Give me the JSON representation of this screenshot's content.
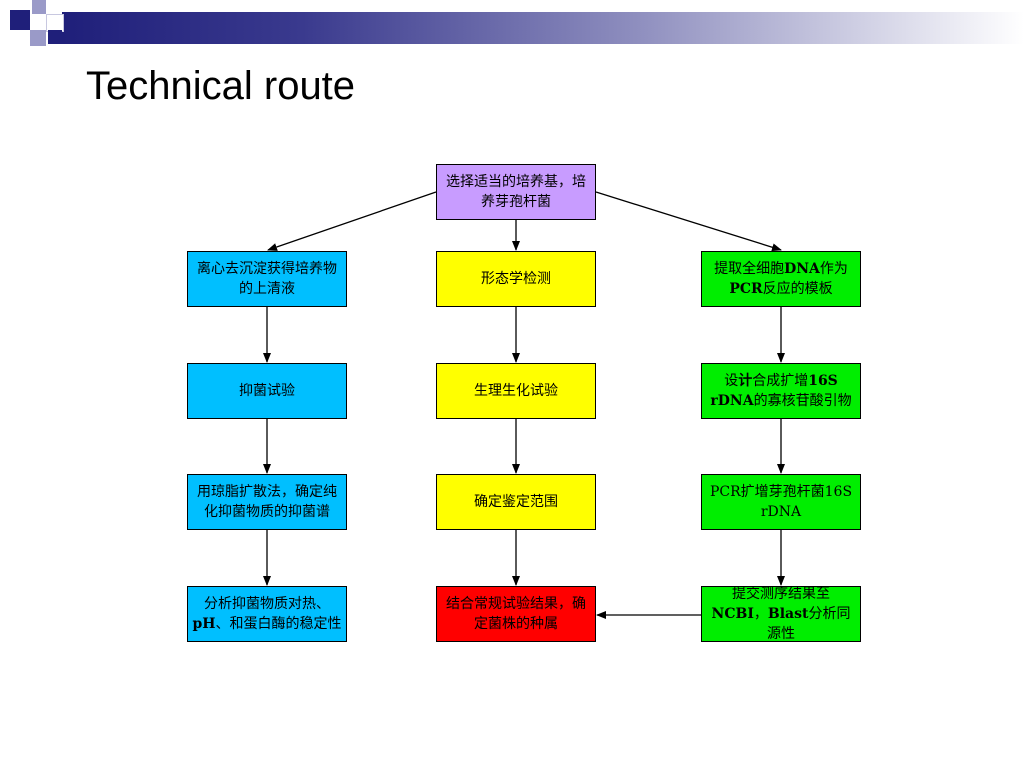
{
  "title": "Technical route",
  "colors": {
    "header_dark": "#1f1f7a",
    "header_light": "#9a9ac8",
    "top_box": "#c89cff",
    "left_column": "#00bfff",
    "middle_column": "#ffff00",
    "middle_final": "#ff0000",
    "right_column": "#00ee00"
  },
  "diagram": {
    "top": "选择适当的培养基，培养芽孢杆菌",
    "left": [
      "离心去沉淀获得培养物的上清液",
      "抑菌试验",
      "用琼脂扩散法，确定纯化抑菌物质的抑菌谱"
    ],
    "left_last": {
      "part1": "分析抑菌物质对热、",
      "part2": "pH",
      "part3": "、和蛋白酶的稳定性"
    },
    "middle": [
      "形态学检测",
      "生理生化试验",
      "确定鉴定范围",
      "结合常规试验结果，确定菌株的种属"
    ],
    "right_1": {
      "part1": "提取全细胞",
      "part2": "DNA",
      "part3": "作为",
      "part4": "PCR",
      "part5": "反应的模板"
    },
    "right_2": {
      "part1": "设",
      "part2": "计",
      "part3": "合成扩增",
      "part4": "16S rDNA",
      "part5": "的寡核苷酸引物"
    },
    "right_3": "PCR扩增芽孢杆菌16S rDNA",
    "right_4": {
      "part1": "提交测序结果至",
      "part2": "NCBI",
      "part3": "，",
      "part4": "Blast",
      "part5": "分析同源性"
    }
  }
}
